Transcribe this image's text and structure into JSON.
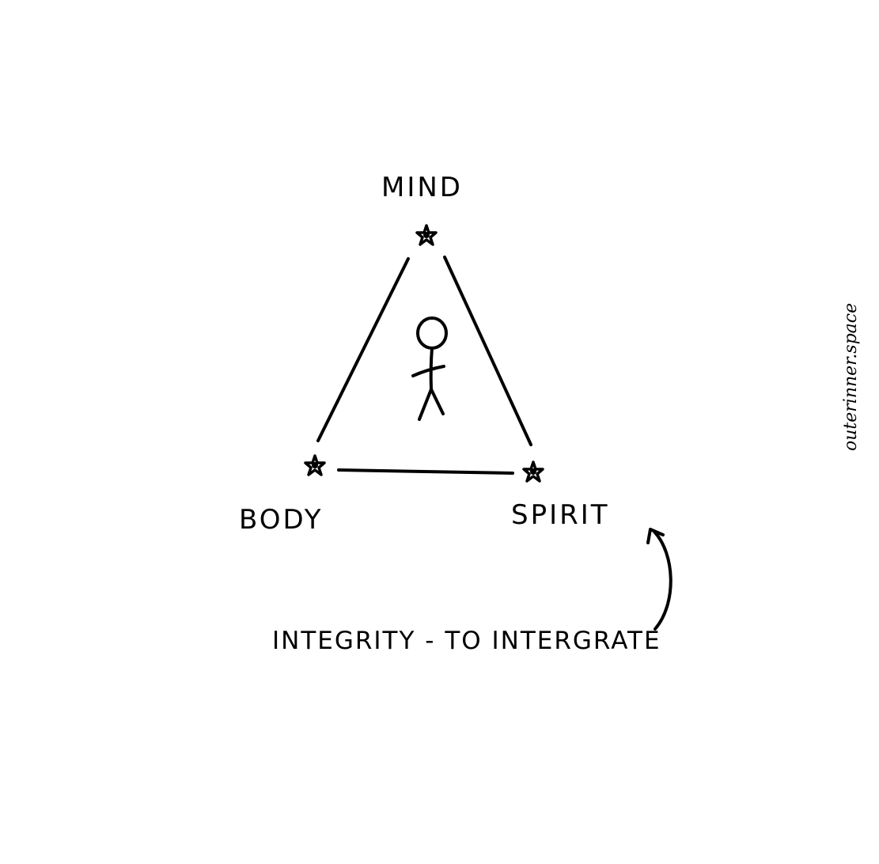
{
  "nodes": {
    "mind": {
      "label": "MIND"
    },
    "body": {
      "label": "BODY"
    },
    "spirit": {
      "label": "SPIRIT"
    }
  },
  "caption": "INTEGRITY - TO INTERGRATE",
  "signature": "outerinner.space",
  "colors": {
    "ink": "#000000",
    "background": "#ffffff"
  },
  "icons": {
    "vertex_marker": "star-icon",
    "center_figure": "stick-figure-icon",
    "caption_pointer": "curved-arrow-icon"
  }
}
